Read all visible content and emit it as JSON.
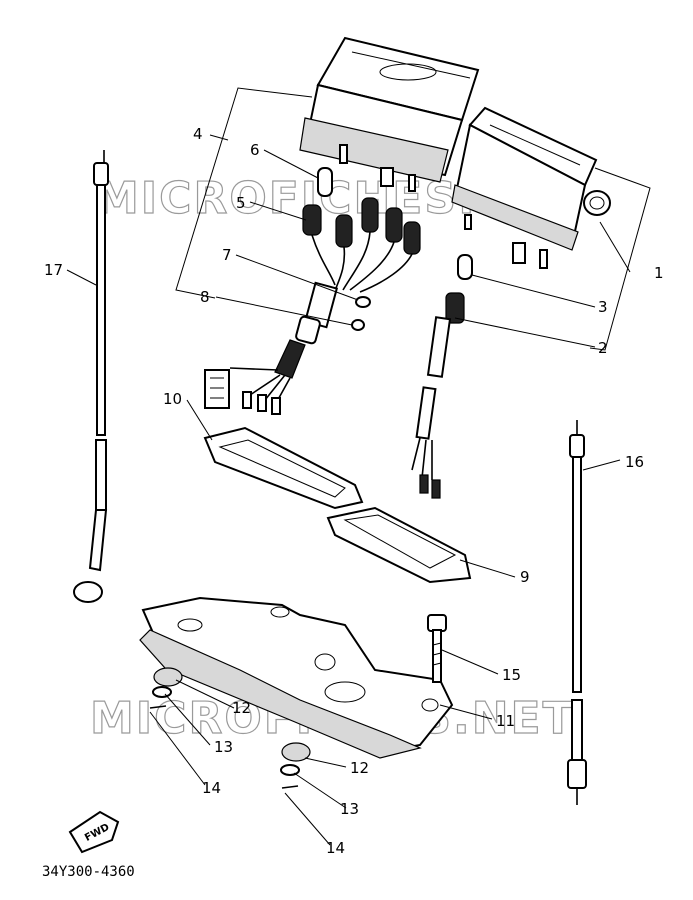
{
  "drawing": {
    "part_number": "34Y300-4360",
    "watermark": "MICROFICHES.NET",
    "fwd_label": "FWD"
  },
  "callouts": {
    "c1": "1",
    "c2": "2",
    "c3": "3",
    "c4": "4",
    "c5": "5",
    "c6": "6",
    "c7": "7",
    "c8": "8",
    "c9": "9",
    "c10": "10",
    "c11": "11",
    "c12a": "12",
    "c12b": "12",
    "c13a": "13",
    "c13b": "13",
    "c14a": "14",
    "c14b": "14",
    "c15": "15",
    "c16": "16",
    "c17": "17"
  }
}
